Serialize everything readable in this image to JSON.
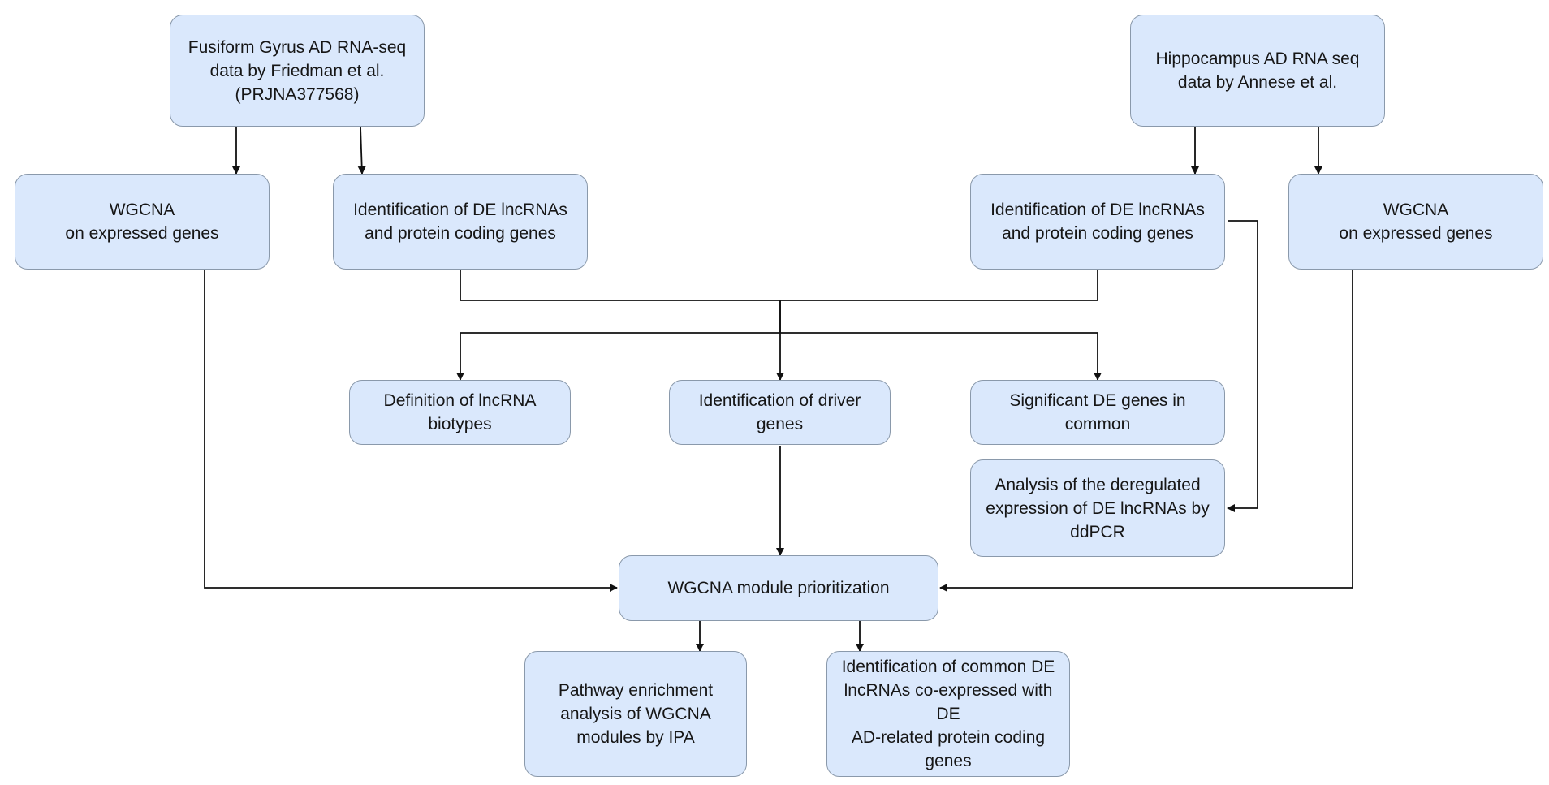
{
  "colors": {
    "node_fill": "#dae8fc",
    "node_border": "#8a99ab",
    "edge": "#111111",
    "text": "#161616"
  },
  "nodes": {
    "fg_source": "Fusiform Gyrus  AD RNA-seq\ndata by Friedman et al.\n(PRJNA377568)",
    "hc_source": "Hippocampus AD RNA seq\ndata by Annese et al.",
    "fg_wgcna": "WGCNA\non expressed genes",
    "fg_de": "Identification of DE lncRNAs\nand protein coding genes",
    "hc_de": "Identification of DE lncRNAs\nand protein coding genes",
    "hc_wgcna": "WGCNA\non expressed genes",
    "lncrna_biotypes": "Definition of lncRNA\nbiotypes",
    "driver_genes": "Identification of driver\ngenes",
    "common_de": "Significant DE genes in\ncommon",
    "ddpcr": "Analysis of the deregulated\nexpression of DE lncRNAs by\nddPCR",
    "module_prioritization": "WGCNA module prioritization",
    "pathway_enrichment": "Pathway enrichment\nanalysis of WGCNA\nmodules by IPA",
    "common_lncrnas": "Identification of common DE\nlncRNAs co-expressed with DE\nAD-related protein coding\ngenes"
  }
}
